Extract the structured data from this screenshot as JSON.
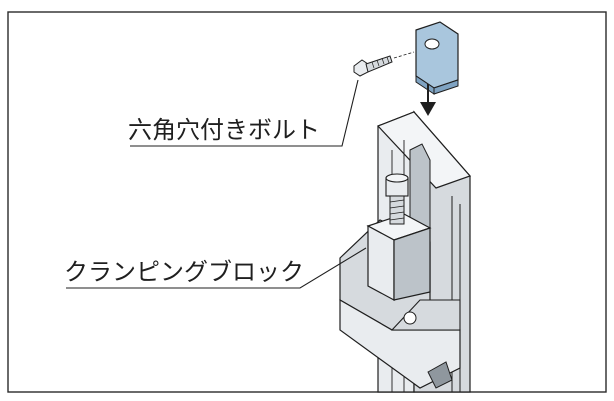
{
  "figure": {
    "callouts": [
      {
        "id": "hex-bolt",
        "text": "六角穴付きボルト"
      },
      {
        "id": "clamping-block",
        "text": "クランピングブロック"
      }
    ]
  },
  "colors": {
    "frame": "#2b2b2b",
    "part_fill_light": "#e9ecef",
    "part_fill_mid": "#d6dade",
    "part_fill_dark": "#bcc3c9",
    "bracket_blue": "#a9c6dd",
    "bracket_blue_dark": "#7fa3c2",
    "ink": "#1f1f1f"
  }
}
